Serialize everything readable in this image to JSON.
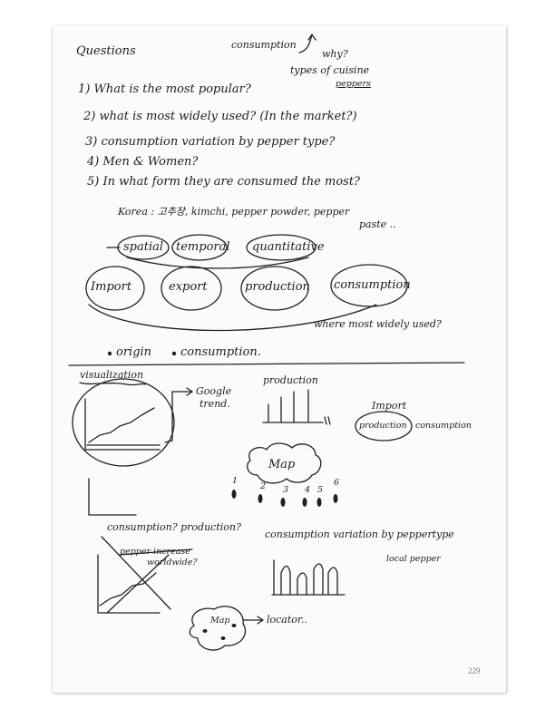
{
  "header": {
    "questions": "Questions",
    "consumption": "consumption",
    "why": "why?",
    "types_of_cuisine": "types of cuisine",
    "peppers": "peppers"
  },
  "questions": [
    "1) What is the most popular?",
    "2) what is most widely used? (In the market?)",
    "3) consumption variation by pepper type?",
    "4) Men & Women?",
    "5) In what form they are consumed the most?"
  ],
  "korea_note": {
    "line1": "Korea : 고추장, kimchi, pepper powder, pepper",
    "line2": "paste .."
  },
  "dimensions": {
    "spatial": "spatial",
    "temporal": "temporal",
    "quantitative": "quantitative"
  },
  "flow": {
    "import": "Import",
    "export": "export",
    "production": "production",
    "consumption": "consumption",
    "where_used": "where most widely used?"
  },
  "bullets": {
    "origin": "origin",
    "consumption": "consumption."
  },
  "sketches": {
    "visualization": "visualization",
    "google_trend_1": "Google",
    "google_trend_2": "trend.",
    "production_label": "production",
    "import_label": "Import",
    "production_circled": "production",
    "consumption_right": "consumption",
    "map_label": "Map",
    "numbers": [
      "1",
      "2",
      "3",
      "4",
      "5",
      "6"
    ],
    "consumption_production_q": "consumption? production?",
    "pepper_increase_1": "pepper increase",
    "pepper_increase_2": "worldwide?",
    "consumption_variation": "consumption variation by peppertype",
    "local_pepper": "local pepper",
    "map_small": "Map",
    "locator": "locator.."
  },
  "page_number": "229"
}
